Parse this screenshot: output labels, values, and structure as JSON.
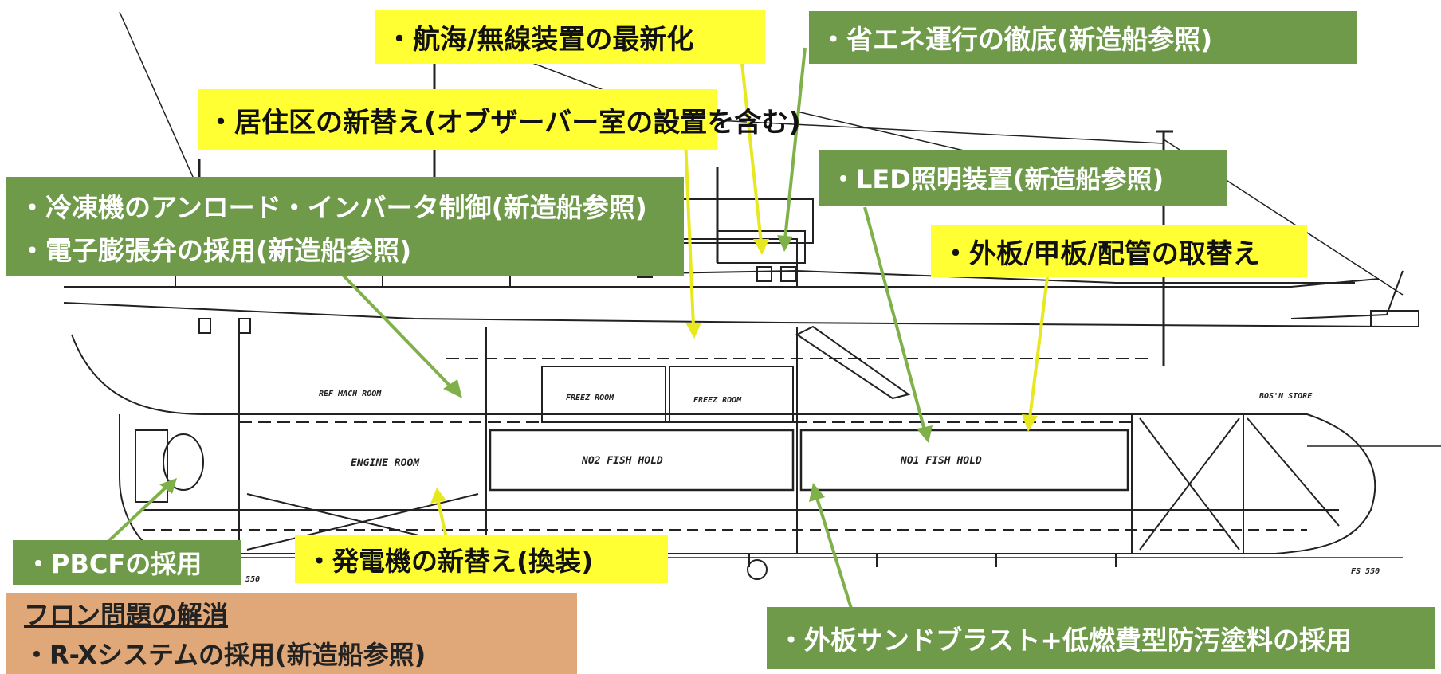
{
  "colors": {
    "callout_yellow": "#ffff33",
    "callout_green": "#6f9a4a",
    "callout_brown": "#e0a878",
    "arrow_green": "#7fb04a",
    "arrow_yellow": "#e8e820",
    "drawing_line": "#222222"
  },
  "callouts": {
    "navigation_radio": "・航海/無線装置の最新化",
    "energy_saving": "・省エネ運行の徹底(新造船参照)",
    "accommodation": "・居住区の新替え(オブザーバー室の設置を含む)",
    "refrigeration": "・冷凍機のアンロード・インバータ制御(新造船参照)",
    "expansion_valve": "・電子膨張弁の採用(新造船参照)",
    "led_lighting": "・LED照明装置(新造船参照)",
    "hull_replacement": "・外板/甲板/配管の取替え",
    "pbcf": "・PBCFの採用",
    "generator": "・発電機の新替え(換装)",
    "sandblast": "・外板サンドブラスト+低燃費型防汚塗料の採用",
    "freon_heading": "フロン問題の解消",
    "rx_system": "・R-Xシステムの採用(新造船参照)"
  },
  "drawing_labels": {
    "engine_room": "ENGINE ROOM",
    "fish_hold_2": "NO2 FISH HOLD",
    "fish_hold_1": "NO1 FISH HOLD",
    "freeze_room_a": "FREEZ ROOM",
    "freeze_room_b": "FREEZ ROOM",
    "refrig_room": "REF MACH ROOM",
    "bosun_store": "BOS'N STORE",
    "fs_aft": "FS 550",
    "fs_fwd": "FS 550"
  }
}
